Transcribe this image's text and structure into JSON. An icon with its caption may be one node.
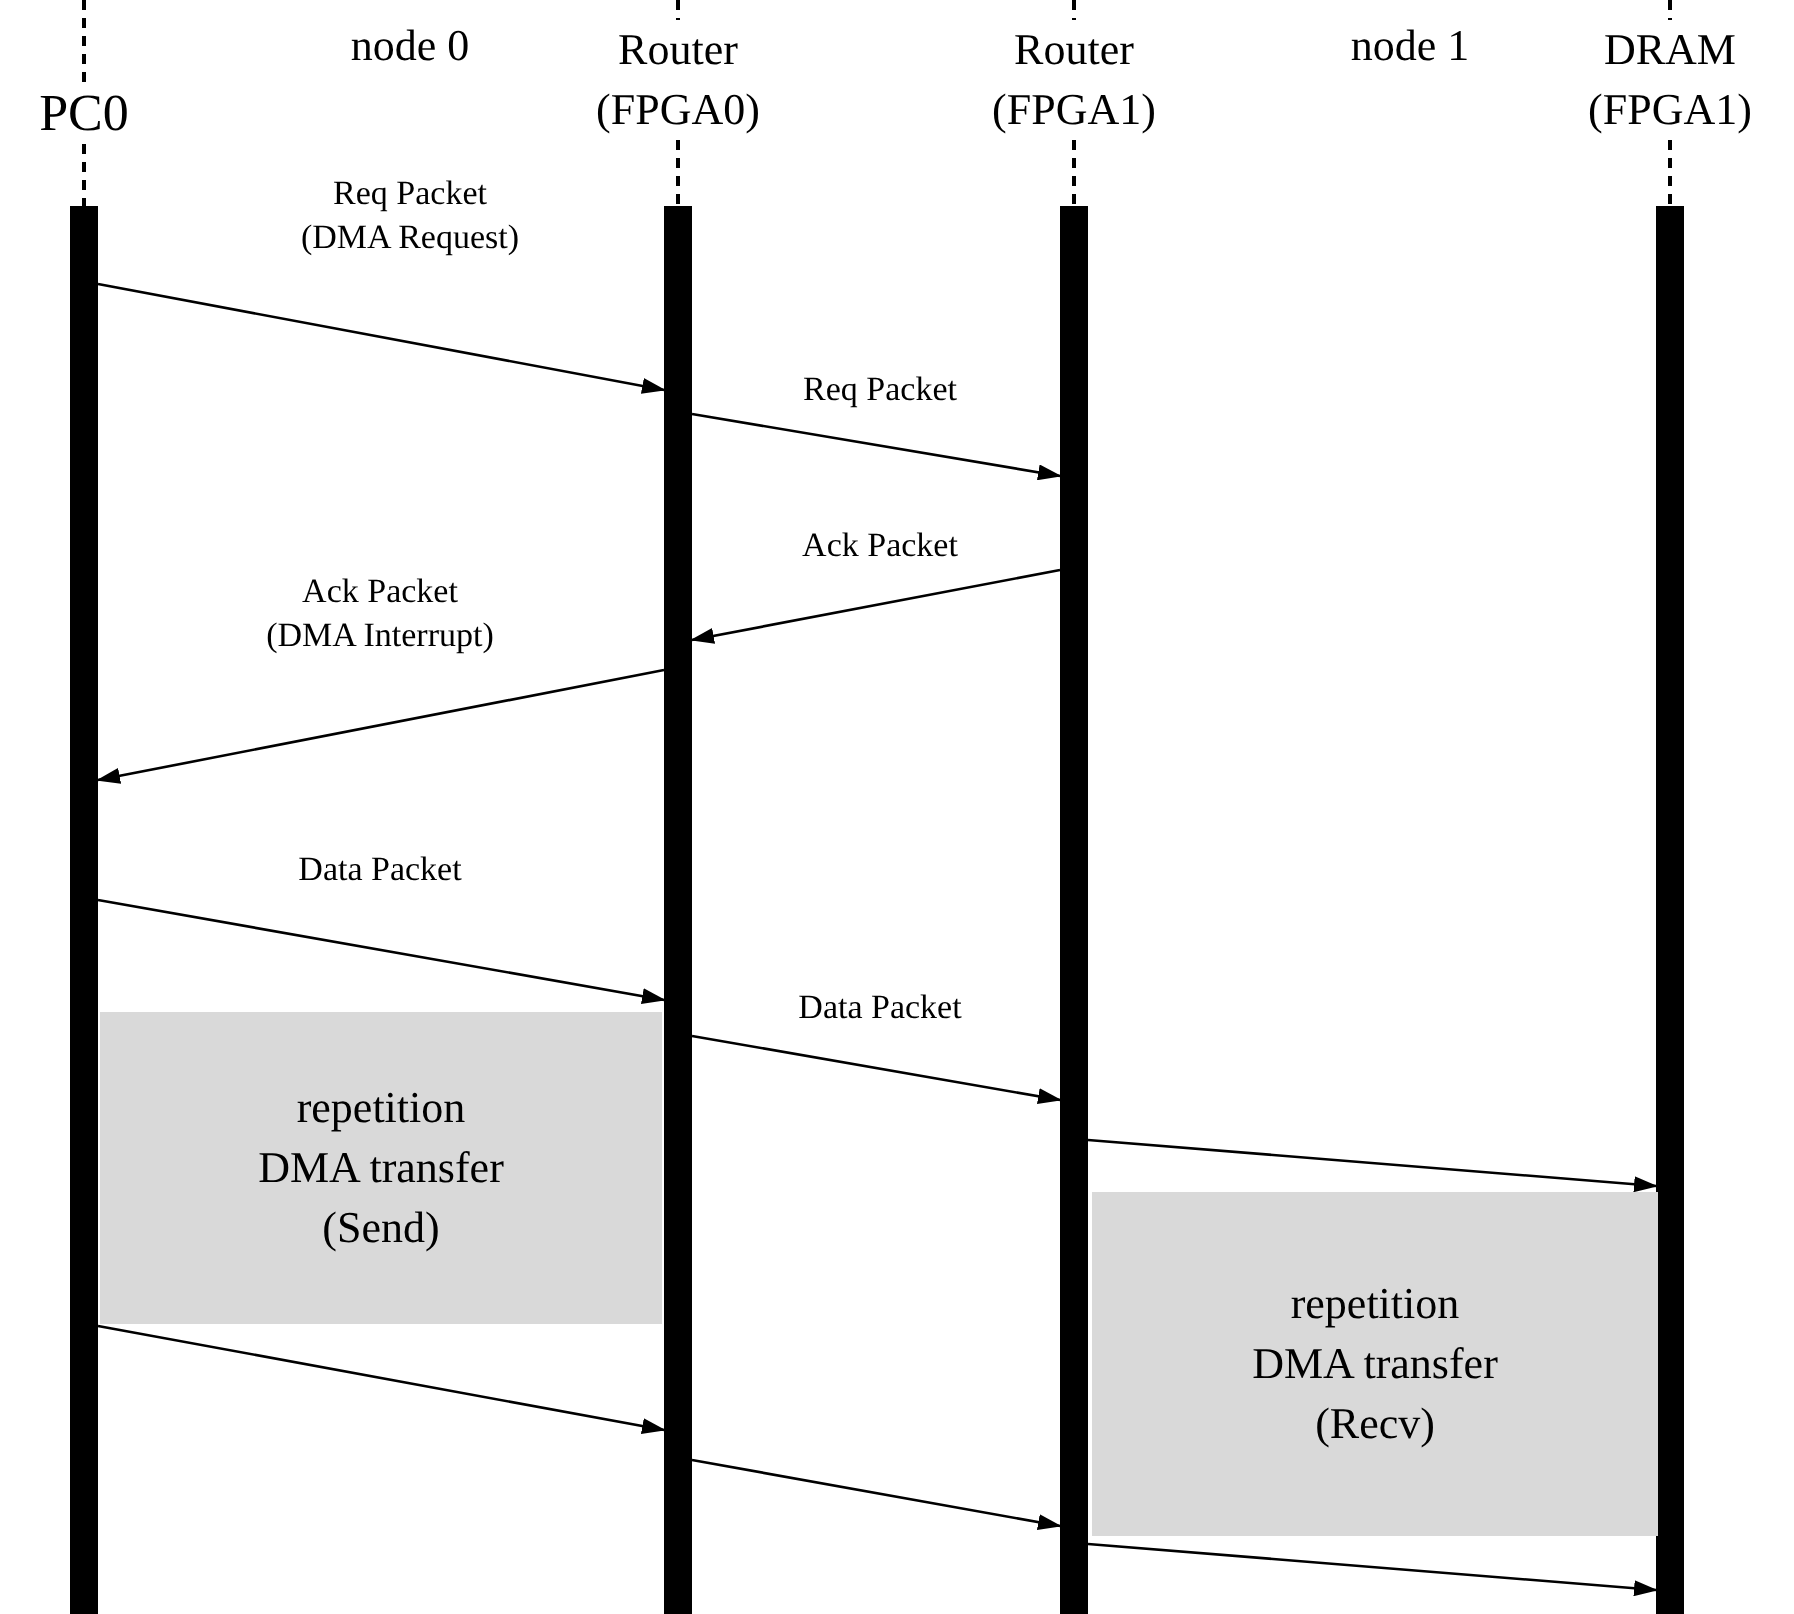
{
  "diagram": {
    "nodes": [
      {
        "text": [
          "PC0"
        ]
      },
      {
        "text": [
          "Router (FPGA0)"
        ]
      },
      {
        "text": [
          "Router (FPGA1)"
        ]
      },
      {
        "text": [
          "DRAM (FPGA1)"
        ]
      },
      {
        "text": [],
        "shape": "bar"
      },
      {
        "text": [],
        "shape": "bar"
      },
      {
        "text": [],
        "shape": "bar"
      },
      {
        "text": [],
        "shape": "bar"
      },
      {
        "text": [
          "repetition DMA transfer (Send)"
        ]
      },
      {
        "text": [
          "repetition DMA transfer (Recv)"
        ]
      }
    ],
    "edges": [
      {
        "from": 0,
        "to": 4,
        "arrow": "none",
        "style": "dashed"
      },
      {
        "from": 1,
        "to": 5,
        "arrow": "none",
        "style": "dashed"
      },
      {
        "from": 2,
        "to": 6,
        "arrow": "none",
        "style": "dashed"
      },
      {
        "from": 3,
        "to": 7,
        "arrow": "none",
        "style": "dashed"
      },
      {
        "from": 4,
        "to": 5,
        "arrow": "to",
        "label": "Req Packet (DMA Request)"
      },
      {
        "from": 5,
        "to": 6,
        "arrow": "to",
        "label": "Req Packet"
      },
      {
        "from": 6,
        "to": 5,
        "arrow": "to",
        "label": "Ack Packet"
      },
      {
        "from": 5,
        "to": 4,
        "arrow": "to",
        "label": "Ack Packet (DMA Interrupt)"
      },
      {
        "from": 4,
        "to": 5,
        "arrow": "to",
        "label": "Data Packet"
      },
      {
        "from": 5,
        "to": 6,
        "arrow": "to",
        "label": "Data Packet"
      },
      {
        "from": 6,
        "to": 7,
        "arrow": "to"
      },
      {
        "from": 4,
        "to": 5,
        "arrow": "to"
      },
      {
        "from": 5,
        "to": 6,
        "arrow": "to"
      },
      {
        "from": 6,
        "to": 7,
        "arrow": "to"
      }
    ],
    "labels": [
      "node 0",
      "node 1"
    ]
  }
}
